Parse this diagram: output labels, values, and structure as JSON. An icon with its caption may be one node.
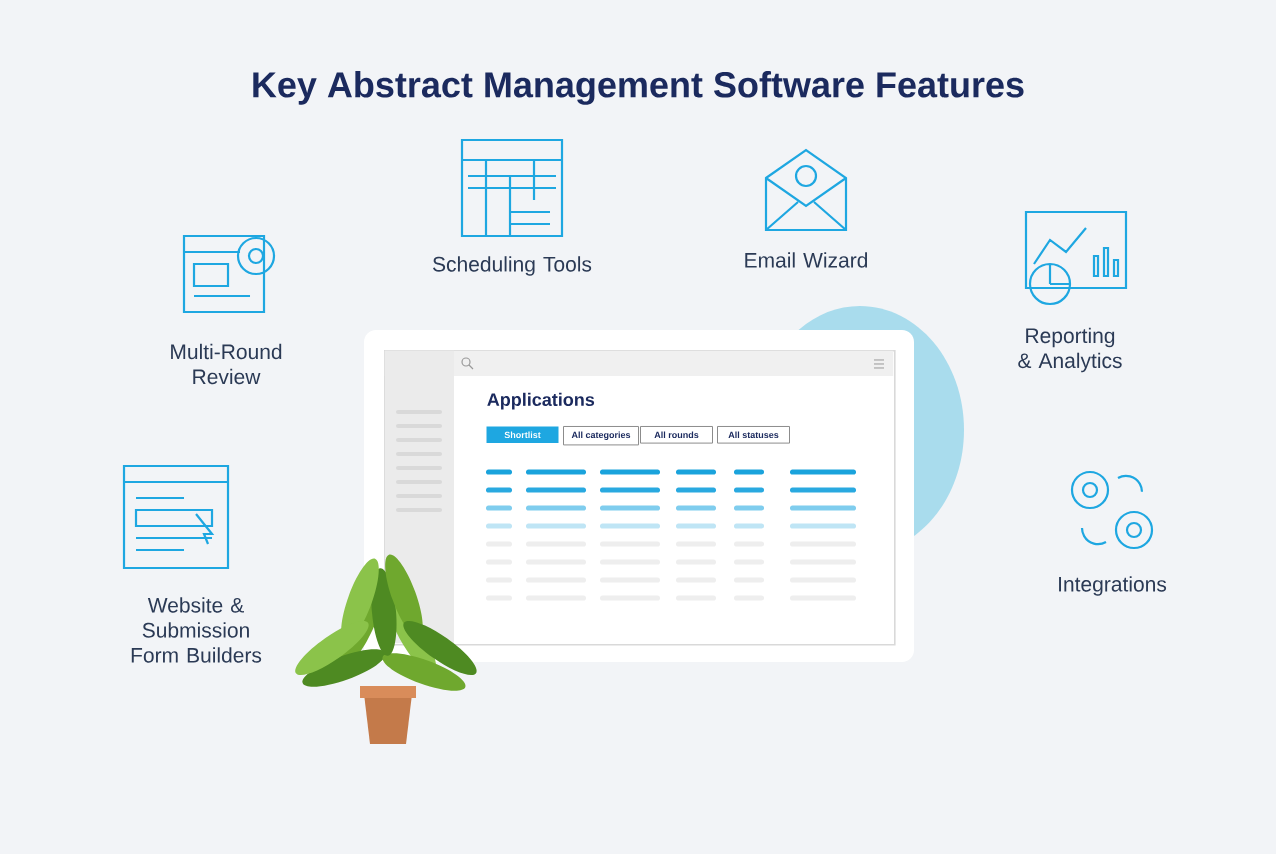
{
  "diagram": {
    "title": "Key Abstract Management Software Features",
    "nodes": [
      {
        "text": [
          "Applications"
        ]
      },
      {
        "text": [
          "Shortlist"
        ],
        "in": 0
      },
      {
        "text": [
          "All categories"
        ],
        "in": 0
      },
      {
        "text": [
          "All rounds"
        ],
        "in": 0
      },
      {
        "text": [
          "All statuses"
        ],
        "in": 0
      }
    ],
    "labels": [
      "Scheduling Tools",
      "Email Wizard",
      "Multi-Round Review",
      "Reporting & Analytics",
      "Website & Submission Form Builders",
      "Integrations"
    ]
  }
}
